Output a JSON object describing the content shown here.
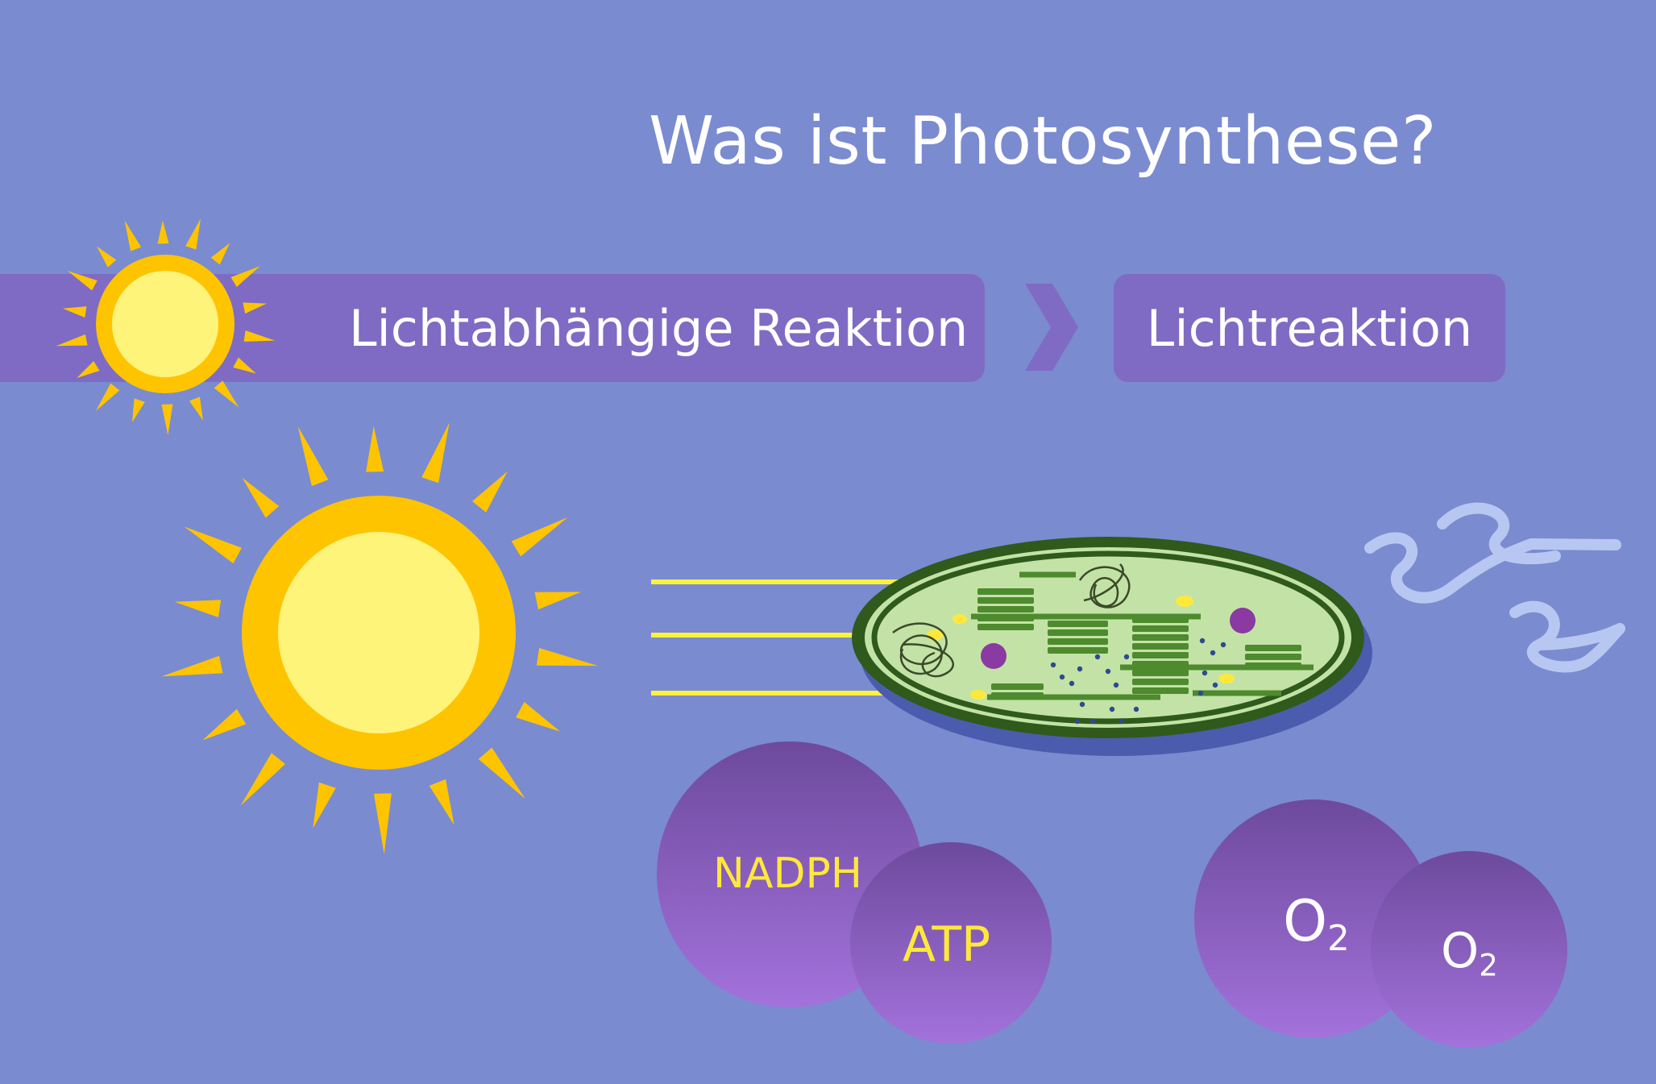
{
  "title": "Was ist Photosynthese?",
  "band_left": {
    "label": "Lichtabhängige Reaktion"
  },
  "band_right": {
    "label": "Lichtreaktion"
  },
  "molecules": {
    "nadph": "NADPH",
    "atp": "ATP",
    "o2_main": "O",
    "o2_sub": "2"
  },
  "colors": {
    "background": "#7a8bd0",
    "band": "#7f6bc4",
    "sun_outer": "#ffc400",
    "sun_inner": "#fff47a",
    "light_rays": "#fff23a",
    "chloroplast_fill": "#c3e3a6",
    "chloroplast_border": "#2f5a1c",
    "thylakoid": "#4e8a2e",
    "bubble": "#8e62c4",
    "wind": "#b8c7f2"
  },
  "icons": [
    "sun-icon",
    "chevron-right-icon",
    "chloroplast-icon",
    "wind-icon"
  ]
}
